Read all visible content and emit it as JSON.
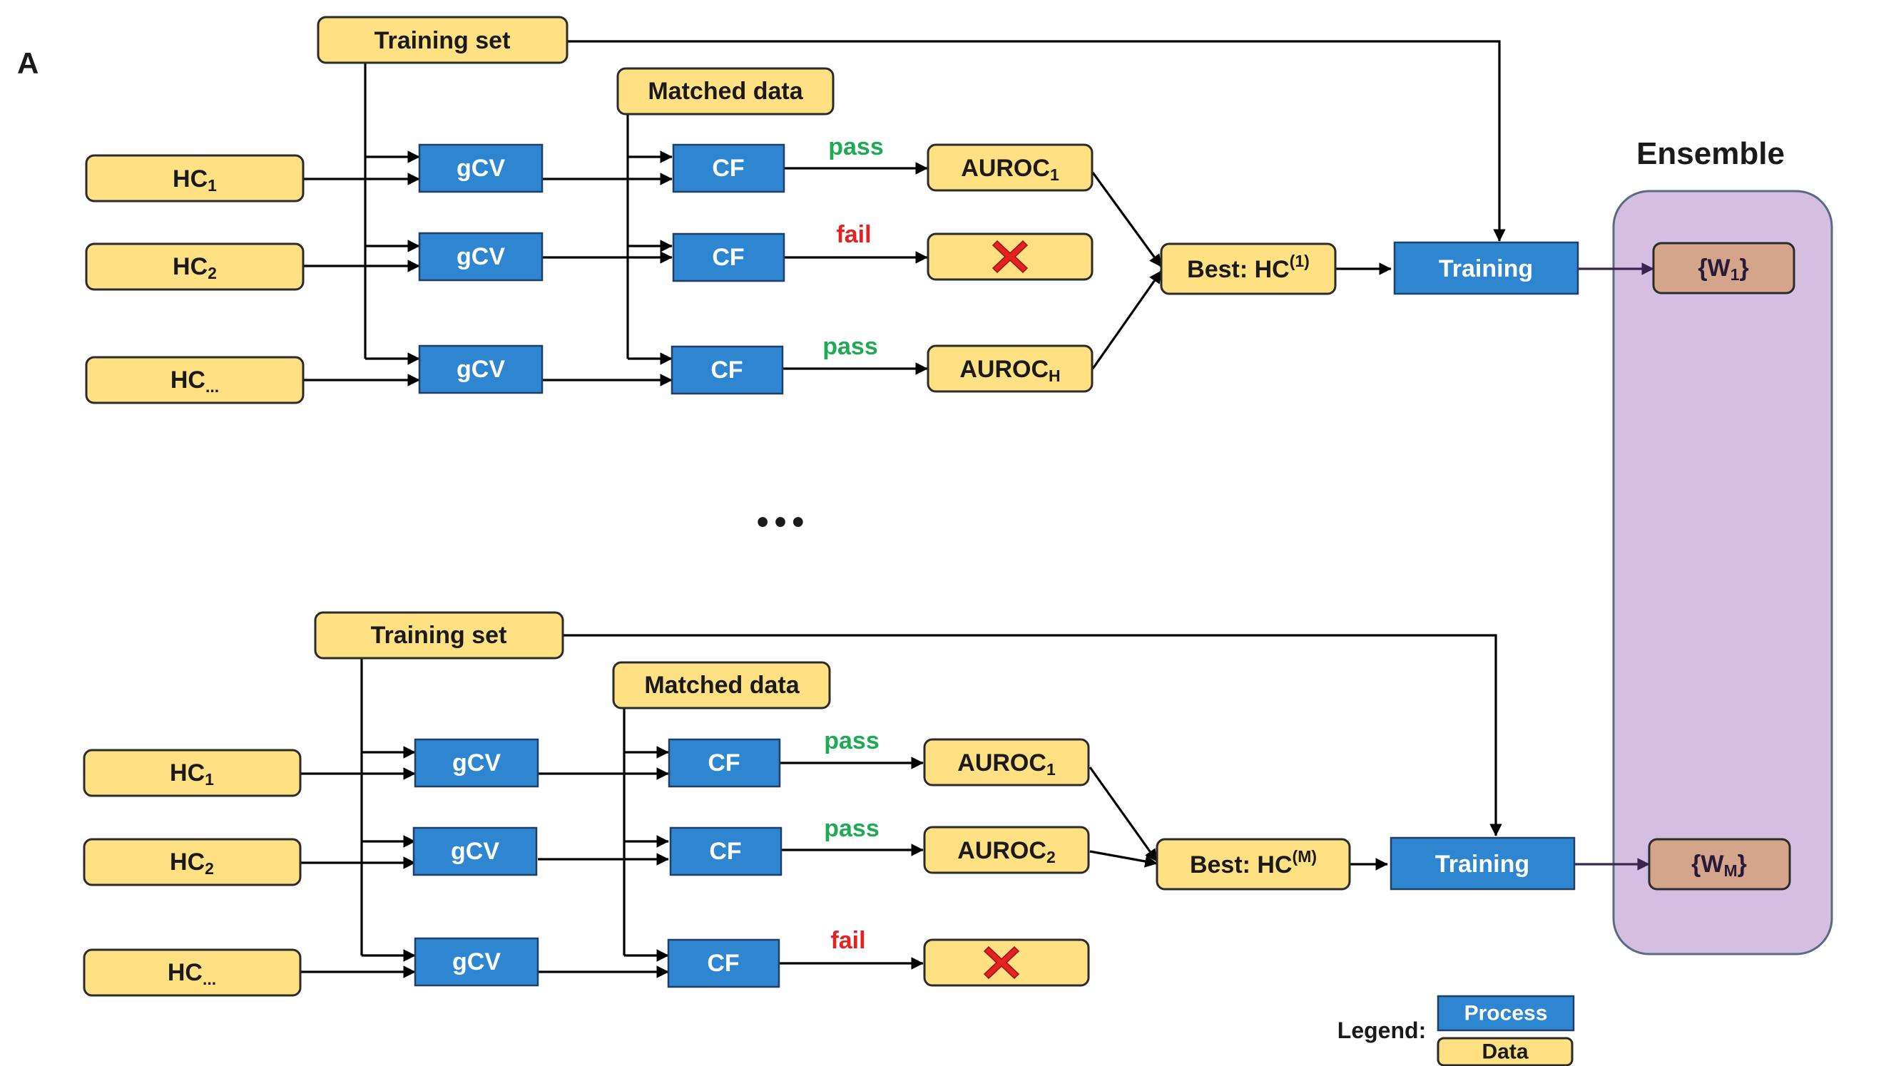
{
  "panel_label": "A",
  "ensemble_title": "Ensemble",
  "ellipsis": "•••",
  "top": {
    "training_set": "Training set",
    "matched_data": "Matched data",
    "hc_rows": [
      {
        "base": "HC",
        "sub": "1"
      },
      {
        "base": "HC",
        "sub": "2"
      },
      {
        "base": "HC",
        "sub": "..."
      }
    ],
    "gcv": "gCV",
    "cf": "CF",
    "results": [
      {
        "status": "pass",
        "auroc_base": "AUROC",
        "auroc_sub": "1"
      },
      {
        "status": "fail"
      },
      {
        "status": "pass",
        "auroc_base": "AUROC",
        "auroc_sub": "H"
      }
    ],
    "best_base": "Best: HC",
    "best_sup": "(1)",
    "training": "Training",
    "weights_base": "{W",
    "weights_sub": "1",
    "weights_end": "}"
  },
  "bottom": {
    "training_set": "Training set",
    "matched_data": "Matched data",
    "hc_rows": [
      {
        "base": "HC",
        "sub": "1"
      },
      {
        "base": "HC",
        "sub": "2"
      },
      {
        "base": "HC",
        "sub": "..."
      }
    ],
    "gcv": "gCV",
    "cf": "CF",
    "results": [
      {
        "status": "pass",
        "auroc_base": "AUROC",
        "auroc_sub": "1"
      },
      {
        "status": "pass",
        "auroc_base": "AUROC",
        "auroc_sub": "2"
      },
      {
        "status": "fail"
      }
    ],
    "best_base": "Best: HC",
    "best_sup": "(M)",
    "training": "Training",
    "weights_base": "{W",
    "weights_sub": "M",
    "weights_end": "}"
  },
  "legend": {
    "title": "Legend:",
    "process": "Process",
    "data": "Data"
  },
  "colors": {
    "data_fill": "#ffe082",
    "process_fill": "#2e86d0",
    "weights_fill": "#d4a58a",
    "ensemble_fill": "#d4bfe3",
    "pass": "#1faa55",
    "fail": "#e52222"
  }
}
